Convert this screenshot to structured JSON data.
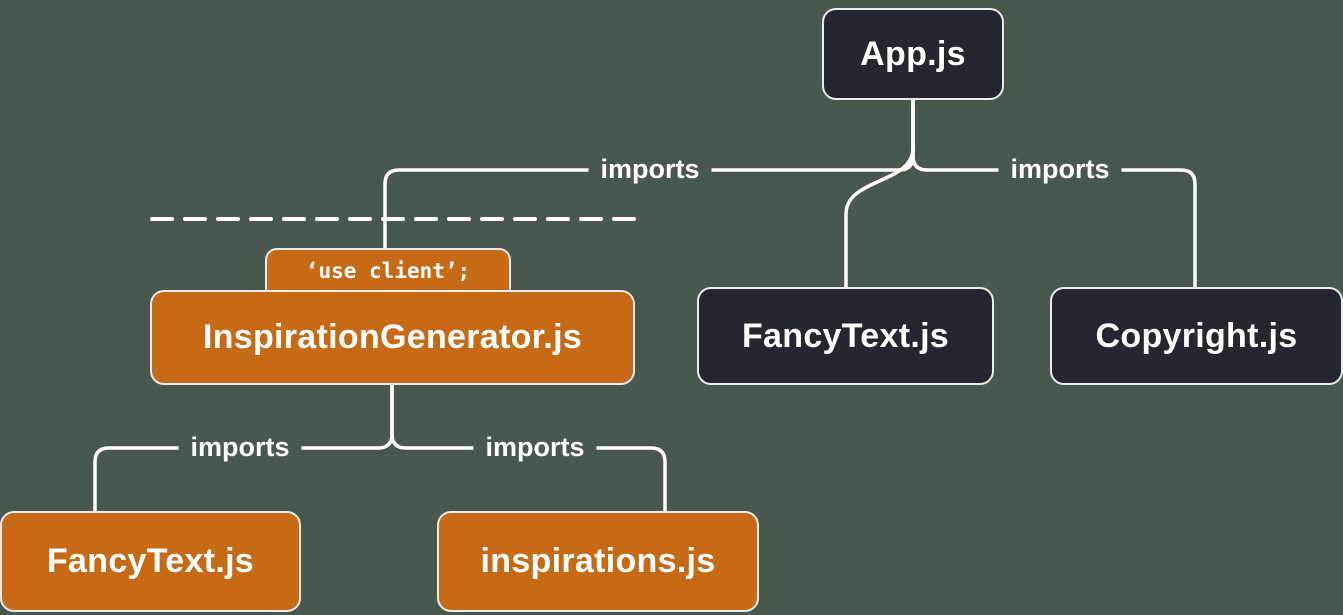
{
  "canvas": {
    "background": "#49584D"
  },
  "colors": {
    "server_fill": "#23272F",
    "client_fill": "#C76A15",
    "border": "#EBECF0",
    "line": "#FFFFFF",
    "label_text": "#FFFFFF"
  },
  "nodes": {
    "app": {
      "label": "App.js",
      "kind": "server"
    },
    "inspiration_generator": {
      "label": "InspirationGenerator.js",
      "kind": "client",
      "directive": "‘use client’;"
    },
    "fancy_text_server": {
      "label": "FancyText.js",
      "kind": "server"
    },
    "copyright": {
      "label": "Copyright.js",
      "kind": "server"
    },
    "fancy_text_client": {
      "label": "FancyText.js",
      "kind": "client"
    },
    "inspirations": {
      "label": "inspirations.js",
      "kind": "client"
    }
  },
  "edges": {
    "app_to_inspiration_generator": {
      "label": "imports"
    },
    "app_to_fancy_text": {
      "label": ""
    },
    "app_to_copyright": {
      "label": "imports"
    },
    "inspiration_generator_to_fancy_text": {
      "label": "imports"
    },
    "inspiration_generator_to_inspirations": {
      "label": "imports"
    }
  }
}
